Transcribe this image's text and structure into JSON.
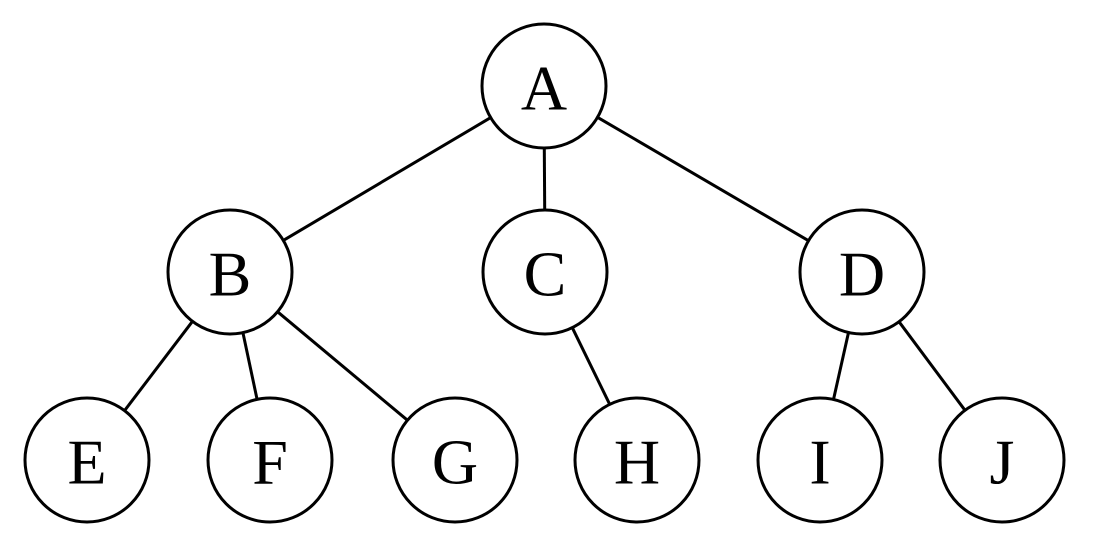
{
  "diagram": {
    "type": "tree",
    "nodes": [
      {
        "id": "A",
        "label": "A"
      },
      {
        "id": "B",
        "label": "B"
      },
      {
        "id": "C",
        "label": "C"
      },
      {
        "id": "D",
        "label": "D"
      },
      {
        "id": "E",
        "label": "E"
      },
      {
        "id": "F",
        "label": "F"
      },
      {
        "id": "G",
        "label": "G"
      },
      {
        "id": "H",
        "label": "H"
      },
      {
        "id": "I",
        "label": "I"
      },
      {
        "id": "J",
        "label": "J"
      }
    ],
    "edges": [
      {
        "from": "A",
        "to": "B"
      },
      {
        "from": "A",
        "to": "C"
      },
      {
        "from": "A",
        "to": "D"
      },
      {
        "from": "B",
        "to": "E"
      },
      {
        "from": "B",
        "to": "F"
      },
      {
        "from": "B",
        "to": "G"
      },
      {
        "from": "C",
        "to": "H"
      },
      {
        "from": "D",
        "to": "I"
      },
      {
        "from": "D",
        "to": "J"
      }
    ]
  }
}
